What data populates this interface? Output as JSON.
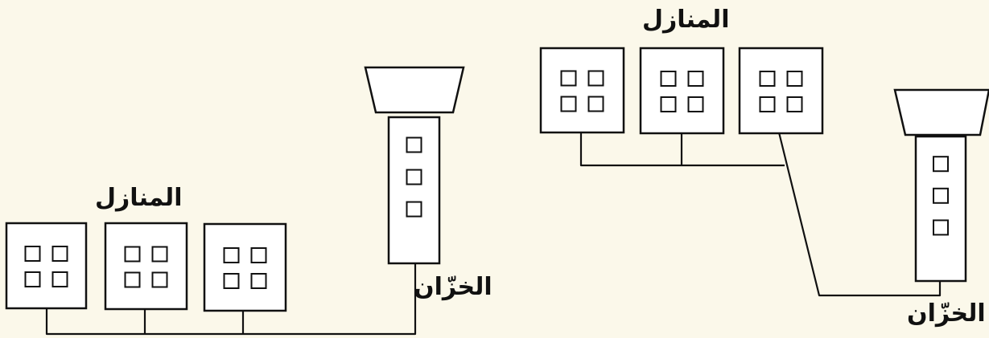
{
  "scenes": [
    {
      "id": "left",
      "houses_label": "المنازل",
      "tank_label": "الخزّان"
    },
    {
      "id": "right",
      "houses_label": "المنازل",
      "tank_label": "الخزّان"
    }
  ],
  "colors": {
    "background": "#fbf8ea",
    "stroke": "#111111",
    "fill": "#ffffff"
  }
}
